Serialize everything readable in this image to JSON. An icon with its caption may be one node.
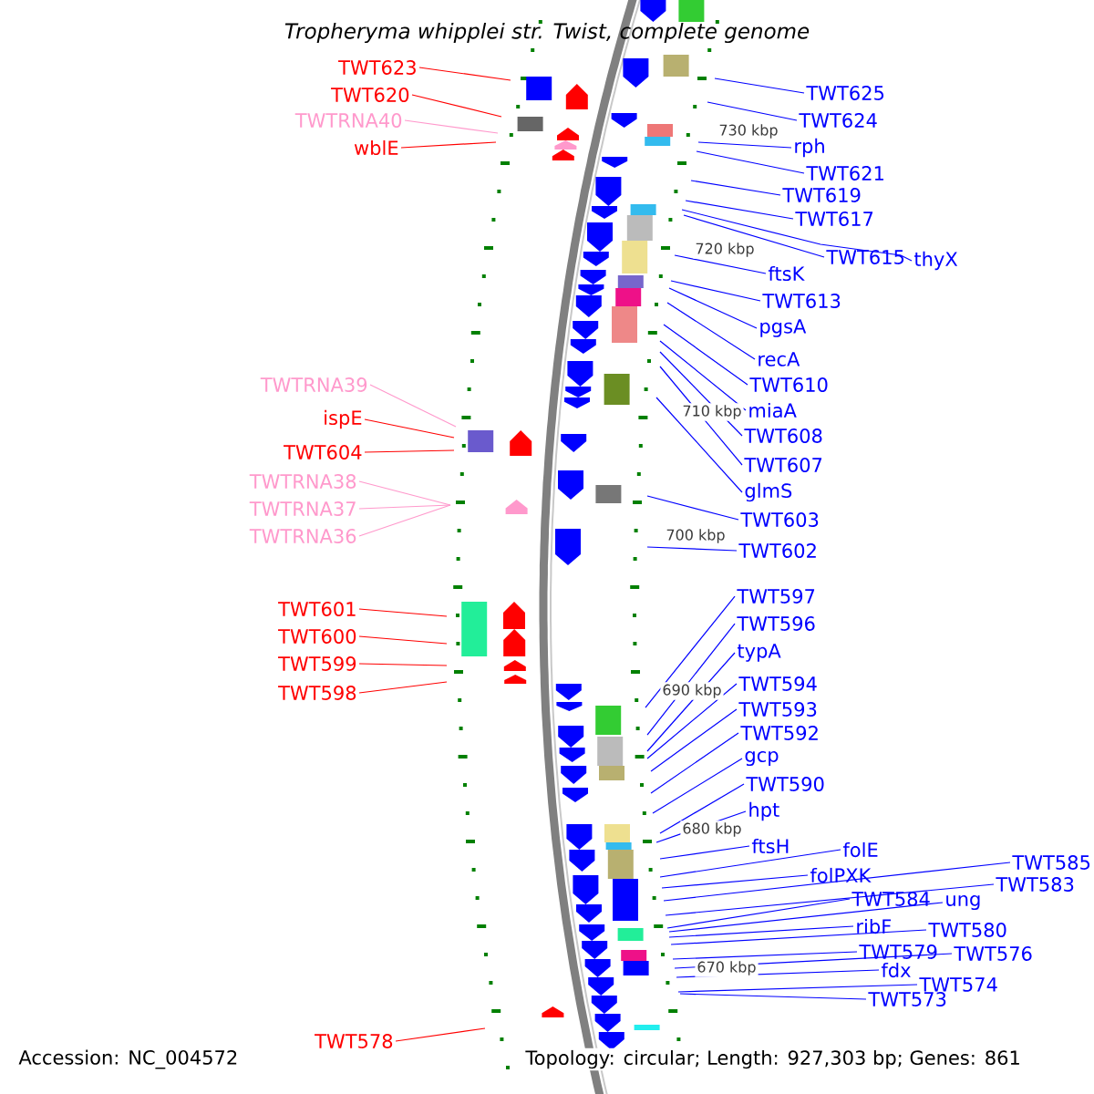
{
  "diagram": {
    "title": "Tropheryma whipplei str. Twist, complete genome",
    "nodes": [
      {
        "text": [
          "TWT623"
        ]
      },
      {
        "text": [
          "TWT620"
        ]
      },
      {
        "text": [
          "TWTRNA40"
        ]
      },
      {
        "text": [
          "wblE"
        ]
      },
      {
        "text": [
          "TWTRNA39"
        ]
      },
      {
        "text": [
          "ispE"
        ]
      },
      {
        "text": [
          "TWT604"
        ]
      },
      {
        "text": [
          "TWTRNA38"
        ]
      },
      {
        "text": [
          "TWTRNA37"
        ]
      },
      {
        "text": [
          "TWTRNA36"
        ]
      },
      {
        "text": [
          "TWT601"
        ]
      },
      {
        "text": [
          "TWT600"
        ]
      },
      {
        "text": [
          "TWT599"
        ]
      },
      {
        "text": [
          "TWT598"
        ]
      },
      {
        "text": [
          "TWT578"
        ]
      },
      {
        "text": [
          "TWT625"
        ]
      },
      {
        "text": [
          "TWT624"
        ]
      },
      {
        "text": [
          "rph"
        ]
      },
      {
        "text": [
          "TWT621"
        ]
      },
      {
        "text": [
          "TWT619"
        ]
      },
      {
        "text": [
          "TWT617"
        ]
      },
      {
        "text": [
          "TWT615"
        ]
      },
      {
        "text": [
          "thyX"
        ]
      },
      {
        "text": [
          "ftsK"
        ]
      },
      {
        "text": [
          "TWT613"
        ]
      },
      {
        "text": [
          "pgsA"
        ]
      },
      {
        "text": [
          "recA"
        ]
      },
      {
        "text": [
          "TWT610"
        ]
      },
      {
        "text": [
          "miaA"
        ]
      },
      {
        "text": [
          "TWT608"
        ]
      },
      {
        "text": [
          "TWT607"
        ]
      },
      {
        "text": [
          "glmS"
        ]
      },
      {
        "text": [
          "TWT603"
        ]
      },
      {
        "text": [
          "TWT602"
        ]
      },
      {
        "text": [
          "TWT597"
        ]
      },
      {
        "text": [
          "TWT596"
        ]
      },
      {
        "text": [
          "typA"
        ]
      },
      {
        "text": [
          "TWT594"
        ]
      },
      {
        "text": [
          "TWT593"
        ]
      },
      {
        "text": [
          "TWT592"
        ]
      },
      {
        "text": [
          "gcp"
        ]
      },
      {
        "text": [
          "TWT590"
        ]
      },
      {
        "text": [
          "hpt"
        ]
      },
      {
        "text": [
          "ftsH"
        ]
      },
      {
        "text": [
          "folE"
        ]
      },
      {
        "text": [
          "folPXK"
        ]
      },
      {
        "text": [
          "TWT585"
        ]
      },
      {
        "text": [
          "TWT583"
        ]
      },
      {
        "text": [
          "TWT584"
        ]
      },
      {
        "text": [
          "ung"
        ]
      },
      {
        "text": [
          "ribF"
        ]
      },
      {
        "text": [
          "TWT580"
        ]
      },
      {
        "text": [
          "TWT579"
        ]
      },
      {
        "text": [
          "TWT576"
        ]
      },
      {
        "text": [
          "fdx"
        ]
      },
      {
        "text": [
          "TWT574"
        ]
      },
      {
        "text": [
          "TWT573"
        ]
      }
    ],
    "edges": [
      {
        "from": 0,
        "to": null,
        "arrow": "none",
        "color": "#ff0000"
      },
      {
        "from": 1,
        "to": null,
        "arrow": "none",
        "color": "#ff0000"
      },
      {
        "from": 2,
        "to": null,
        "arrow": "none",
        "color": "#ff99cc"
      },
      {
        "from": 3,
        "to": null,
        "arrow": "none",
        "color": "#ff0000"
      },
      {
        "from": 4,
        "to": null,
        "arrow": "none",
        "color": "#ff99cc"
      },
      {
        "from": 5,
        "to": null,
        "arrow": "none",
        "color": "#ff0000"
      },
      {
        "from": 6,
        "to": null,
        "arrow": "none",
        "color": "#ff0000"
      },
      {
        "from": 7,
        "to": null,
        "arrow": "none",
        "color": "#ff99cc"
      },
      {
        "from": 8,
        "to": null,
        "arrow": "none",
        "color": "#ff99cc"
      },
      {
        "from": 9,
        "to": null,
        "arrow": "none",
        "color": "#ff99cc"
      },
      {
        "from": 10,
        "to": null,
        "arrow": "none",
        "color": "#ff0000"
      },
      {
        "from": 11,
        "to": null,
        "arrow": "none",
        "color": "#ff0000"
      },
      {
        "from": 12,
        "to": null,
        "arrow": "none",
        "color": "#ff0000"
      },
      {
        "from": 13,
        "to": null,
        "arrow": "none",
        "color": "#ff0000"
      },
      {
        "from": 14,
        "to": null,
        "arrow": "none",
        "color": "#ff0000"
      },
      {
        "from": 15,
        "to": null,
        "arrow": "none"
      },
      {
        "from": 16,
        "to": null,
        "arrow": "none"
      },
      {
        "from": 17,
        "to": null,
        "arrow": "none"
      },
      {
        "from": 18,
        "to": null,
        "arrow": "none"
      },
      {
        "from": 19,
        "to": null,
        "arrow": "none"
      },
      {
        "from": 20,
        "to": null,
        "arrow": "none"
      },
      {
        "from": 21,
        "to": null,
        "arrow": "none"
      },
      {
        "from": 22,
        "to": null,
        "arrow": "none"
      },
      {
        "from": 23,
        "to": null,
        "arrow": "none"
      },
      {
        "from": 24,
        "to": null,
        "arrow": "none"
      },
      {
        "from": 25,
        "to": null,
        "arrow": "none"
      },
      {
        "from": 26,
        "to": null,
        "arrow": "none"
      },
      {
        "from": 27,
        "to": null,
        "arrow": "none"
      },
      {
        "from": 28,
        "to": null,
        "arrow": "none"
      },
      {
        "from": 29,
        "to": null,
        "arrow": "none"
      },
      {
        "from": 30,
        "to": null,
        "arrow": "none"
      },
      {
        "from": 31,
        "to": null,
        "arrow": "none"
      },
      {
        "from": 32,
        "to": null,
        "arrow": "none"
      },
      {
        "from": 33,
        "to": null,
        "arrow": "none"
      },
      {
        "from": 34,
        "to": null,
        "arrow": "none"
      },
      {
        "from": 35,
        "to": null,
        "arrow": "none"
      },
      {
        "from": 36,
        "to": null,
        "arrow": "none"
      },
      {
        "from": 37,
        "to": null,
        "arrow": "none"
      },
      {
        "from": 38,
        "to": null,
        "arrow": "none"
      },
      {
        "from": 39,
        "to": null,
        "arrow": "none"
      },
      {
        "from": 40,
        "to": null,
        "arrow": "none"
      },
      {
        "from": 41,
        "to": null,
        "arrow": "none"
      },
      {
        "from": 42,
        "to": null,
        "arrow": "none"
      },
      {
        "from": 43,
        "to": null,
        "arrow": "none"
      },
      {
        "from": 44,
        "to": null,
        "arrow": "none"
      },
      {
        "from": 45,
        "to": null,
        "arrow": "none"
      },
      {
        "from": 46,
        "to": null,
        "arrow": "none"
      },
      {
        "from": 47,
        "to": null,
        "arrow": "none"
      },
      {
        "from": 48,
        "to": null,
        "arrow": "none"
      },
      {
        "from": 49,
        "to": null,
        "arrow": "none"
      },
      {
        "from": 50,
        "to": null,
        "arrow": "none"
      },
      {
        "from": 51,
        "to": null,
        "arrow": "none"
      },
      {
        "from": 52,
        "to": null,
        "arrow": "none"
      },
      {
        "from": 53,
        "to": null,
        "arrow": "none"
      },
      {
        "from": 54,
        "to": null,
        "arrow": "none"
      },
      {
        "from": 55,
        "to": null,
        "arrow": "none"
      },
      {
        "from": 56,
        "to": null,
        "arrow": "none"
      }
    ],
    "labels": [
      "730 kbp",
      "720 kbp",
      "710 kbp",
      "700 kbp",
      "690 kbp",
      "680 kbp",
      "670 kbp",
      "Accession: NC_004572",
      "Topology: circular; Length: 927,303 bp; Genes: 861"
    ]
  }
}
